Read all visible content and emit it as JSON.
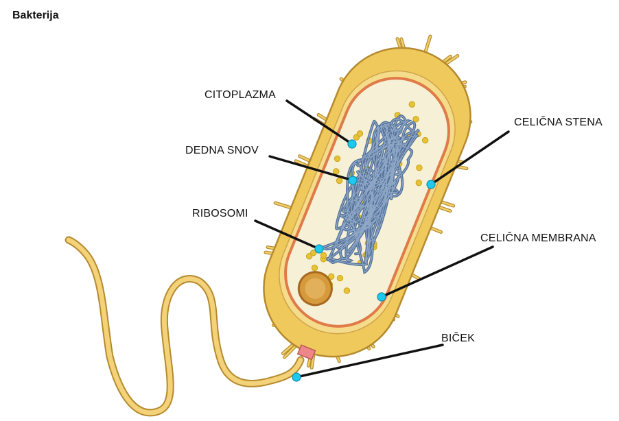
{
  "title": "Bakterija",
  "labels": {
    "cytoplasm": "CITOPLAZMA",
    "dna": "DEDNA SNOV",
    "ribosomes": "RIBOSOMI",
    "cell_wall": "CELIČNA STENA",
    "cell_membrane": "CELIČNA MEMBRANA",
    "flagellum": "BIČEK"
  },
  "colors": {
    "marker": "#1ec8ee",
    "leader": "#111111",
    "cell_wall": "#f0c95c",
    "cell_outline": "#b58a2e",
    "membrane": "#e07a48",
    "cytoplasm": "#f6f1d6",
    "dna": "#52709a",
    "ribosome": "#e6c236"
  }
}
